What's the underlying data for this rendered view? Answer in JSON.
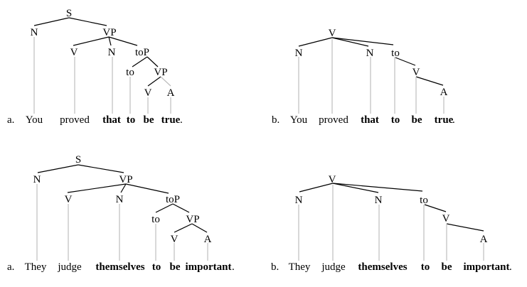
{
  "figure": {
    "panels": [
      {
        "id": "top-a",
        "marker": "a.",
        "kind": "phrase-structure",
        "words": [
          {
            "text": "You",
            "bold": false
          },
          {
            "text": "proved",
            "bold": false
          },
          {
            "text": "that",
            "bold": true
          },
          {
            "text": "to",
            "bold": true
          },
          {
            "text": "be",
            "bold": true
          },
          {
            "text": "true",
            "bold": true
          },
          {
            "text": ".",
            "bold": false
          }
        ],
        "nodes": [
          "S",
          "N",
          "VP",
          "V",
          "N",
          "toP",
          "to",
          "VP",
          "V",
          "A"
        ]
      },
      {
        "id": "top-b",
        "marker": "b.",
        "kind": "dependency",
        "words": [
          {
            "text": "You",
            "bold": false
          },
          {
            "text": "proved",
            "bold": false
          },
          {
            "text": "that",
            "bold": true
          },
          {
            "text": "to",
            "bold": true
          },
          {
            "text": "be",
            "bold": true
          },
          {
            "text": "true",
            "bold": true
          },
          {
            "text": ".",
            "bold": false
          }
        ],
        "nodes": [
          "V",
          "N",
          "N",
          "to",
          "V",
          "A"
        ]
      },
      {
        "id": "bottom-a",
        "marker": "a.",
        "kind": "phrase-structure",
        "words": [
          {
            "text": "They",
            "bold": false
          },
          {
            "text": "judge",
            "bold": false
          },
          {
            "text": "themselves",
            "bold": true
          },
          {
            "text": "to",
            "bold": true
          },
          {
            "text": "be",
            "bold": true
          },
          {
            "text": "important",
            "bold": true
          },
          {
            "text": ".",
            "bold": false
          }
        ],
        "nodes": [
          "S",
          "N",
          "VP",
          "V",
          "N",
          "toP",
          "to",
          "VP",
          "V",
          "A"
        ]
      },
      {
        "id": "bottom-b",
        "marker": "b.",
        "kind": "dependency",
        "words": [
          {
            "text": "They",
            "bold": false
          },
          {
            "text": "judge",
            "bold": false
          },
          {
            "text": "themselves",
            "bold": true
          },
          {
            "text": "to",
            "bold": true
          },
          {
            "text": "be",
            "bold": true
          },
          {
            "text": "important",
            "bold": true
          },
          {
            "text": ".",
            "bold": false
          }
        ],
        "nodes": [
          "V",
          "N",
          "N",
          "to",
          "V",
          "A"
        ]
      }
    ]
  }
}
